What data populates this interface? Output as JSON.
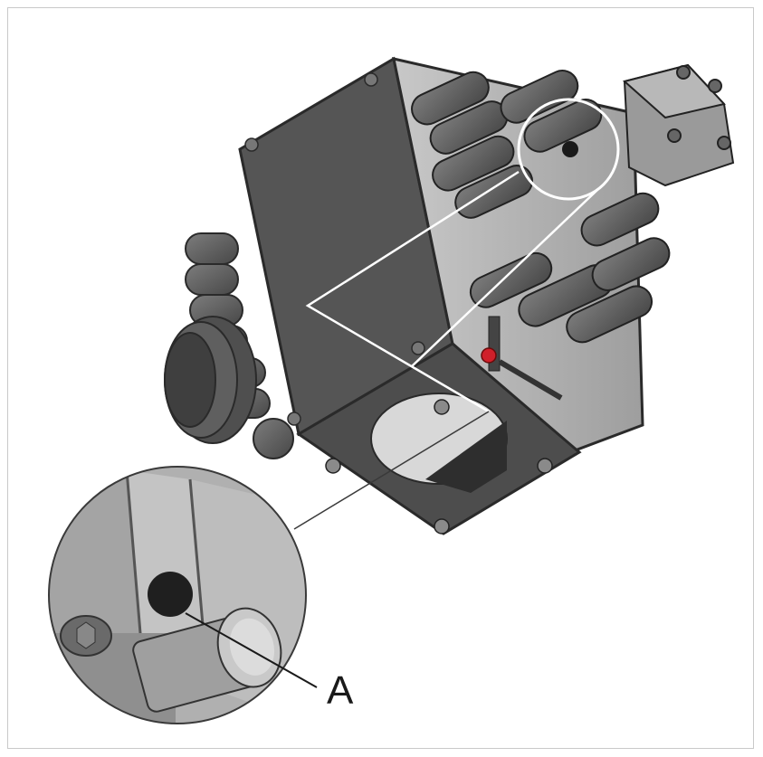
{
  "callout": {
    "label": "A"
  },
  "colors": {
    "frame_border": "#c9c9c9",
    "housing_dark": "#545454",
    "housing_mid": "#6e6e6e",
    "housing_light": "#bdbdbd",
    "tube": "#5c5c5c",
    "tube_highlight": "#7d7d7d",
    "red_knob": "#d0202a",
    "callout_line": "#3a3a3a"
  },
  "icons": [
    "housing-illustration",
    "detail-magnifier-circle",
    "detail-circle-top"
  ]
}
